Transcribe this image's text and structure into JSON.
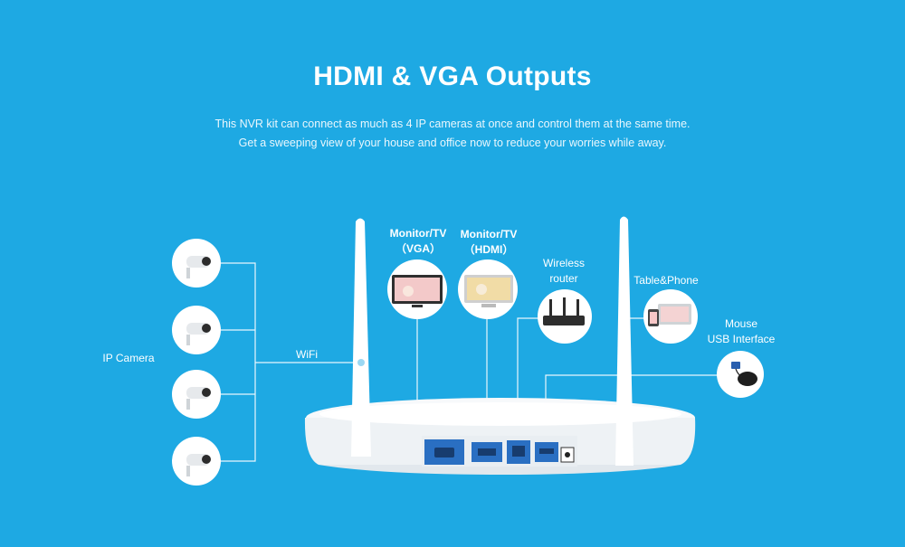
{
  "header": {
    "title": "HDMI & VGA Outputs",
    "line1": "This NVR kit can connect as much as 4 IP cameras at once and control them at the same time.",
    "line2": "Get a sweeping view of your house and office now to reduce your worries while away."
  },
  "labels": {
    "ip_camera": "IP Camera",
    "wifi": "WiFi",
    "monitor_vga_line1": "Monitor/TV",
    "monitor_vga_line2": "（VGA）",
    "monitor_hdmi_line1": "Monitor/TV",
    "monitor_hdmi_line2": "（HDMI）",
    "router_line1": "Wireless",
    "router_line2": "router",
    "tablet": "Table&Phone",
    "mouse_line1": "Mouse",
    "mouse_line2": "USB Interface"
  },
  "colors": {
    "background": "#1ea9e3",
    "device": "#f4f7f9",
    "port_panel": "#2a6fc2"
  }
}
